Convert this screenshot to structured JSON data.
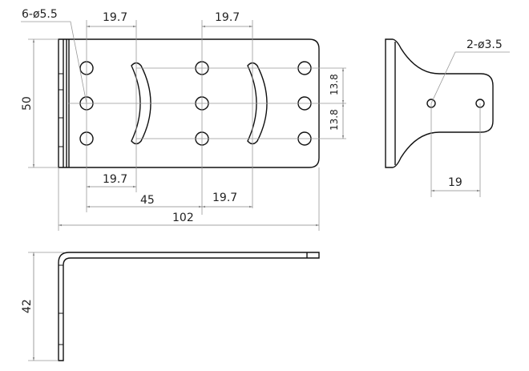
{
  "labels": {
    "holes_main": "6-ø5.5",
    "holes_side": "2-ø3.5",
    "top_left_spacing": "19.7",
    "top_right_spacing": "19.7",
    "height": "50",
    "row_spacing_upper": "13.8",
    "row_spacing_lower": "13.8",
    "bottom_spacing": "19.7",
    "center_offset": "45",
    "right_slot_offset": "19.7",
    "overall_length": "102",
    "side_hole_spacing": "19",
    "leg_height": "42"
  },
  "colors": {
    "part": "#111111",
    "dimension": "#888888"
  }
}
